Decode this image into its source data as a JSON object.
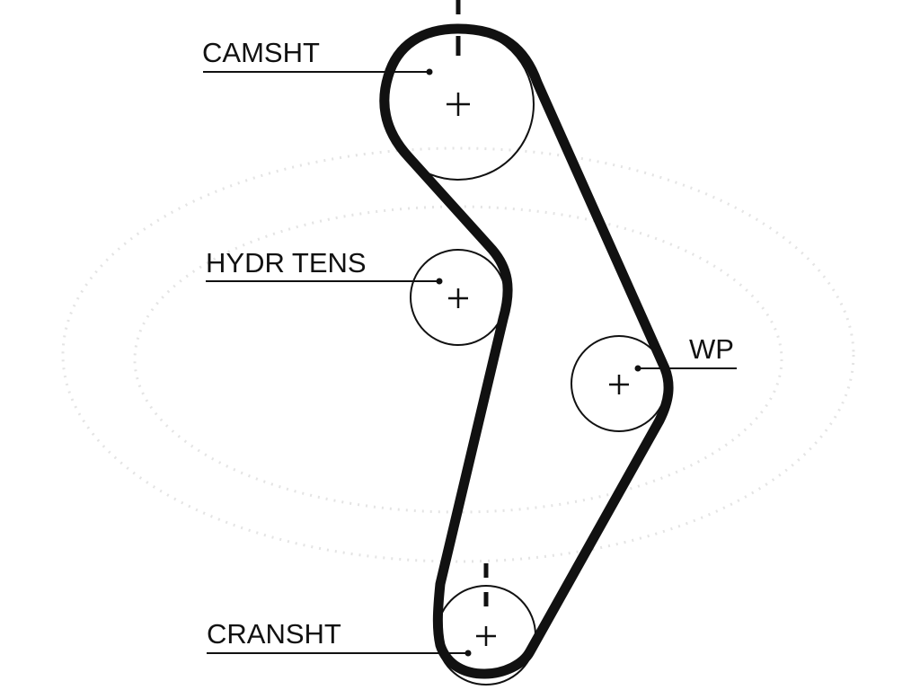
{
  "diagram": {
    "colors": {
      "ink": "#111111",
      "background": "#ffffff",
      "watermark": "#e4e4e4"
    },
    "labels": {
      "camshaft": "CAMSHT",
      "hydraulic_tensioner": "HYDR TENS",
      "water_pump": "WP",
      "crankshaft": "CRANSHT"
    }
  }
}
